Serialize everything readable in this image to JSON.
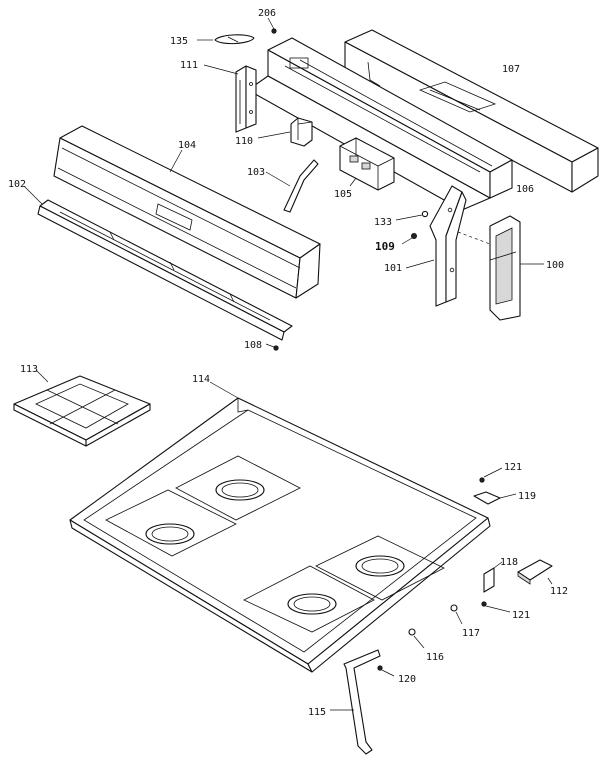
{
  "diagram": {
    "callouts": {
      "p206": "206",
      "p135": "135",
      "p107": "107",
      "p111": "111",
      "p110": "110",
      "p104": "104",
      "p102": "102",
      "p103": "103",
      "p105": "105",
      "p106_top": "106",
      "p133": "133",
      "p109": "109",
      "p101": "101",
      "p100": "100",
      "p108": "108",
      "p113": "113",
      "p114": "114",
      "p121_top": "121",
      "p119": "119",
      "p118": "118",
      "p112": "112",
      "p121_bottom": "121",
      "p117": "117",
      "p116": "116",
      "p120": "120",
      "p115": "115"
    }
  }
}
